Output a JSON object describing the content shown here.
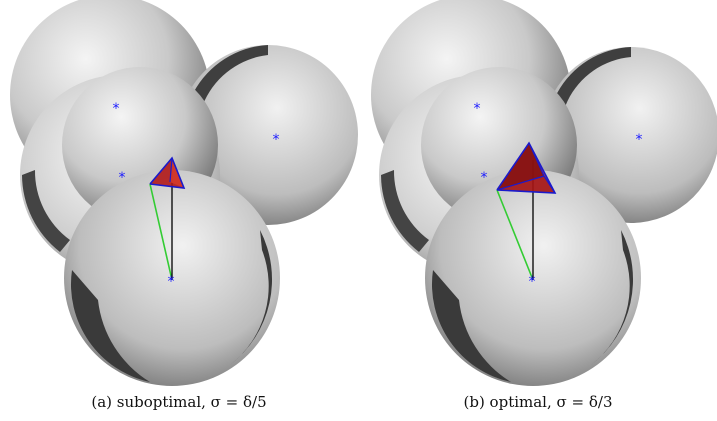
{
  "figure": {
    "panels": [
      {
        "id": "a",
        "caption": "(a) suboptimal, σ = δ/5",
        "tetra_scale": "small"
      },
      {
        "id": "b",
        "caption": "(b) optimal, σ = δ/3",
        "tetra_scale": "large"
      }
    ],
    "colors": {
      "sphere_light": "#f2f2f2",
      "sphere_mid": "#bdbdbd",
      "sphere_dark": "#444444",
      "center_marker": "#1a1aff",
      "tetra_fill": "#b01818",
      "tetra_edge": "#1a1acc",
      "edge_green": "#33cc33",
      "edge_black": "#000000"
    },
    "icons": [
      "center-asterisk"
    ]
  }
}
